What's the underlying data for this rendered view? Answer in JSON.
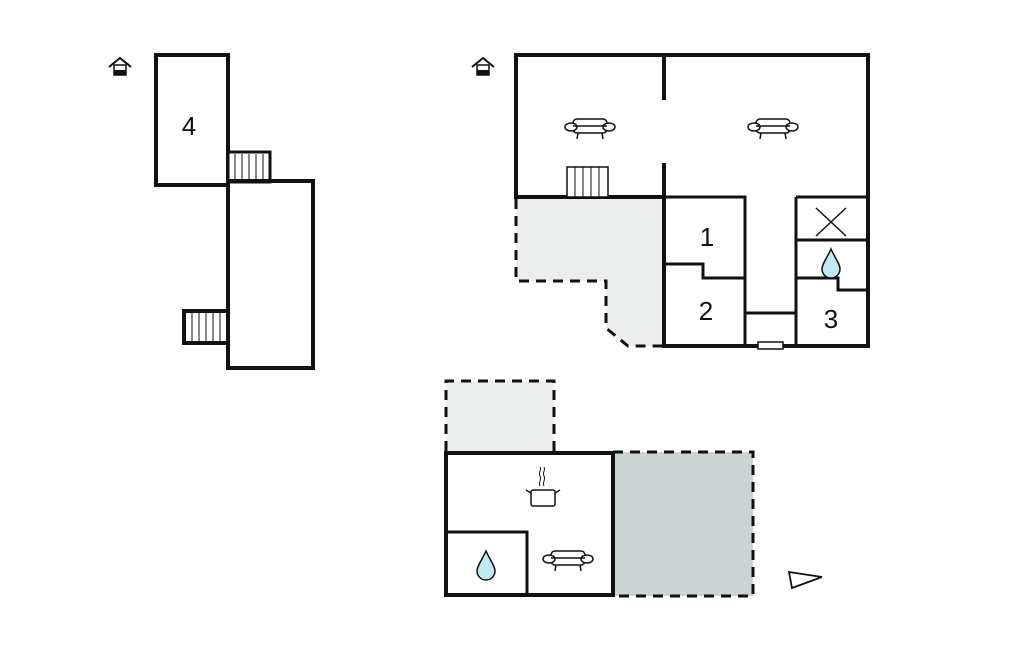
{
  "rooms": {
    "r1": "1",
    "r2": "2",
    "r3": "3",
    "r4": "4"
  },
  "colors": {
    "terrace_light": "#eceeee",
    "terrace_dark": "#ccd3d3",
    "water": "#bfeaf2",
    "wall": "#111111"
  },
  "icons": [
    "entrance-icon",
    "sofa-icon",
    "stairs-icon",
    "kitchen-icon",
    "water-drop-icon",
    "x-mark-icon",
    "compass-arrow-icon",
    "window-icon"
  ]
}
